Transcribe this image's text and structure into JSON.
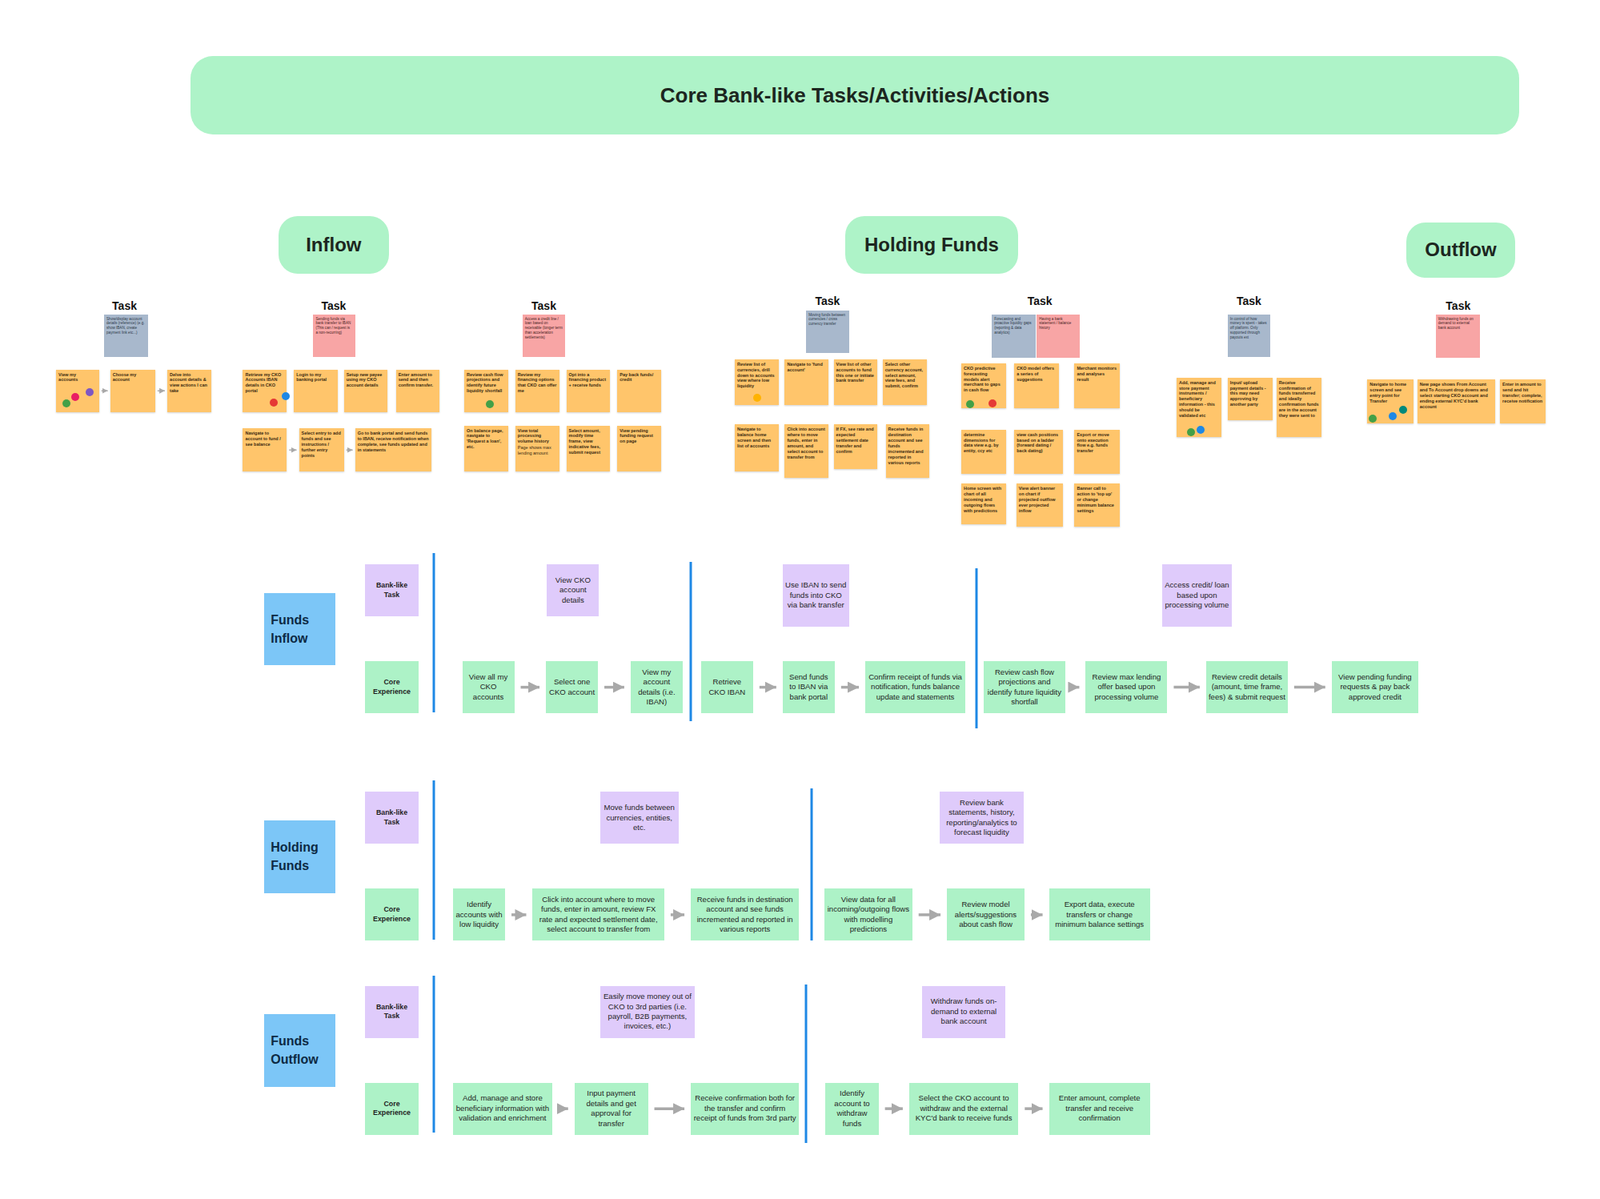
{
  "diagram": {
    "title": "Core Bank-like Tasks/Activities/Actions",
    "nodes": [
      {
        "text": [
          "Inflow"
        ]
      },
      {
        "text": [
          "Holding Funds"
        ]
      },
      {
        "text": [
          "Outflow"
        ]
      },
      {
        "text": [
          "Show/display account details (reference) (e.g. show IBAN, create payment link etc...)"
        ]
      },
      {
        "text": [
          "View my accounts"
        ]
      },
      {
        "text": [
          "Choose my account"
        ]
      },
      {
        "text": [
          "Delve into account details & view actions I can take"
        ]
      },
      {
        "text": [
          "Sending funds via bank transfer to IBAN (This can / request is a non-recurring)"
        ]
      },
      {
        "text": [
          "Retrieve my CKO Accounts IBAN details in CKO portal"
        ]
      },
      {
        "text": [
          "Login to my banking portal"
        ]
      },
      {
        "text": [
          "Setup new payee using my CKO account details"
        ]
      },
      {
        "text": [
          "Enter amount to send and then confirm transfer."
        ]
      },
      {
        "text": [
          "Navigate to account to fund / see balance"
        ]
      },
      {
        "text": [
          "Select entry to add funds and see instructions / further entry points"
        ]
      },
      {
        "text": [
          "Go to bank portal and send funds to IBAN, receive notification when complete, see funds updated and in statements"
        ]
      },
      {
        "text": [
          "Access a credit line / loan based on receivable (longer term than acceleration settlements)"
        ]
      },
      {
        "text": [
          "Review cash flow projections and identify future liquidity shortfall"
        ]
      },
      {
        "text": [
          "Review my financing options that CKO can offer me"
        ]
      },
      {
        "text": [
          "Opt into a financing product + receive funds"
        ]
      },
      {
        "text": [
          "Pay back funds/ credit"
        ]
      },
      {
        "text": [
          "On balance page, navigate to 'Request a loan', etc."
        ]
      },
      {
        "text": [
          "View total processing volume history",
          "Page shows max lending amount"
        ]
      },
      {
        "text": [
          "Select amount, modify time frame, view indicative fees, submit request"
        ]
      },
      {
        "text": [
          "View pending funding request on page"
        ]
      },
      {
        "text": [
          "Moving funds between currencies / cross currency transfer"
        ]
      },
      {
        "text": [
          "Review list of currencies, drill down to accounts view where low liquidity"
        ]
      },
      {
        "text": [
          "Navigate to 'fund account'"
        ]
      },
      {
        "text": [
          "View list of other accounts to fund this one or initiate bank transfer"
        ]
      },
      {
        "text": [
          "Select other currency account, select amount, view fees, and submit, confirm"
        ]
      },
      {
        "text": [
          "Navigate to balance home screen and then list of accounts"
        ]
      },
      {
        "text": [
          "Click into account where to move funds, enter in amount, and select account to transfer from"
        ]
      },
      {
        "text": [
          "If FX, see rate and expected settlement date transfer and confirm"
        ]
      },
      {
        "text": [
          "Receive funds in destination account and see funds incremented and reported in various reports"
        ]
      },
      {
        "text": [
          "Forecasting and proactive liquidity gaps (reporting & data analytics)"
        ]
      },
      {
        "text": [
          "Having a bank statement / balance history"
        ]
      },
      {
        "text": [
          "CKO predictive forecasting models alert merchant to gaps in cash flow"
        ]
      },
      {
        "text": [
          "CKO model offers a series of suggestions"
        ]
      },
      {
        "text": [
          "Merchant monitors and analyses result"
        ]
      },
      {
        "text": [
          "determine dimensions for data view e.g. by entity, ccy etc"
        ]
      },
      {
        "text": [
          "view cash positions based on a ladder (forward dating / back dating)"
        ]
      },
      {
        "text": [
          "Export or move onto execution flow e.g. funds transfer"
        ]
      },
      {
        "text": [
          "Home screen with chart of all incoming and outgoing flows with predictions"
        ]
      },
      {
        "text": [
          "View alert banner on chart if projected outflow ever projected inflow"
        ]
      },
      {
        "text": [
          "Banner call to action to 'top up' or change minimum balance settings"
        ]
      },
      {
        "text": [
          "In control of how money is spent - takes off platform. Only supported through payouts ext"
        ]
      },
      {
        "text": [
          "Add, manage and store payment instruments / beneficiary information - this should be validated etc"
        ]
      },
      {
        "text": [
          "Input/ upload payment details - this may need approving by another party"
        ]
      },
      {
        "text": [
          "Receive confirmation of funds transferred and ideally confirmation funds are in the account they were sent to"
        ]
      },
      {
        "text": [
          "Withdrawing funds on demand to external bank account"
        ]
      },
      {
        "text": [
          "Navigate to home screen and see entry point for Transfer"
        ]
      },
      {
        "text": [
          "New page shows From Account and To Account drop downs and select starting CKO account and ending external KYC'd bank account"
        ]
      },
      {
        "text": [
          "Enter in amount to send and hit transfer; complete, receive notification"
        ]
      },
      {
        "text": [
          "Funds Inflow"
        ]
      },
      {
        "text": [
          "Bank-like Task"
        ]
      },
      {
        "text": [
          "Core Experience"
        ]
      },
      {
        "text": [
          "View CKO account details"
        ]
      },
      {
        "text": [
          "Use IBAN to send funds into CKO via bank transfer"
        ]
      },
      {
        "text": [
          "Access credit/ loan based upon processing volume"
        ]
      },
      {
        "text": [
          "View all my CKO accounts"
        ]
      },
      {
        "text": [
          "Select one CKO account"
        ]
      },
      {
        "text": [
          "View my account details (i.e. IBAN)"
        ]
      },
      {
        "text": [
          "Retrieve CKO IBAN"
        ]
      },
      {
        "text": [
          "Send funds to IBAN via bank portal"
        ]
      },
      {
        "text": [
          "Confirm receipt of funds via notification, funds balance update and statements"
        ]
      },
      {
        "text": [
          "Review cash flow projections and identify future liquidity shortfall"
        ]
      },
      {
        "text": [
          "Review max lending offer based upon processing volume"
        ]
      },
      {
        "text": [
          "Review credit details (amount, time frame, fees) & submit request"
        ]
      },
      {
        "text": [
          "View pending funding requests & pay back approved credit"
        ]
      },
      {
        "text": [
          "Holding Funds"
        ]
      },
      {
        "text": [
          "Bank-like Task"
        ]
      },
      {
        "text": [
          "Core Experience"
        ]
      },
      {
        "text": [
          "Move funds between currencies, entities, etc."
        ]
      },
      {
        "text": [
          "Review bank statements, history, reporting/analytics to forecast liquidity"
        ]
      },
      {
        "text": [
          "Identify accounts with low liquidity"
        ]
      },
      {
        "text": [
          "Click into account where to move funds, enter in amount, review FX rate and expected settlement date, select account to transfer from"
        ]
      },
      {
        "text": [
          "Receive funds in destination account and see funds incremented and reported in various reports"
        ]
      },
      {
        "text": [
          "View data for all incoming/outgoing flows with modelling predictions"
        ]
      },
      {
        "text": [
          "Review model alerts/suggestions about cash flow"
        ]
      },
      {
        "text": [
          "Export data, execute transfers or change minimum balance settings"
        ]
      },
      {
        "text": [
          "Funds Outflow"
        ]
      },
      {
        "text": [
          "Bank-like Task"
        ]
      },
      {
        "text": [
          "Core Experience"
        ]
      },
      {
        "text": [
          "Easily move money out of CKO to 3rd parties (i.e. payroll, B2B payments, invoices, etc.)"
        ]
      },
      {
        "text": [
          "Withdraw funds on-demand to external bank account"
        ]
      },
      {
        "text": [
          "Add, manage and store beneficiary information with validation and enrichment"
        ]
      },
      {
        "text": [
          "Input payment details and get approval for transfer"
        ]
      },
      {
        "text": [
          "Receive confirmation both for the transfer and confirm receipt of funds from 3rd party"
        ]
      },
      {
        "text": [
          "Identify account to withdraw funds"
        ]
      },
      {
        "text": [
          "Select the CKO account to withdraw and the external KYC'd bank to receive funds"
        ]
      },
      {
        "text": [
          "Enter amount, complete transfer and receive confirmation"
        ]
      }
    ],
    "edges": [
      {
        "from": 4,
        "to": 5,
        "arrow": "to"
      },
      {
        "from": 5,
        "to": 6,
        "arrow": "to"
      },
      {
        "from": 12,
        "to": 13,
        "arrow": "to"
      },
      {
        "from": 13,
        "to": 14,
        "arrow": "to"
      },
      {
        "from": 58,
        "to": 59,
        "arrow": "to"
      },
      {
        "from": 59,
        "to": 60,
        "arrow": "to"
      },
      {
        "from": 61,
        "to": 62,
        "arrow": "to"
      },
      {
        "from": 62,
        "to": 63,
        "arrow": "to"
      },
      {
        "from": 64,
        "to": 65,
        "arrow": "to"
      },
      {
        "from": 65,
        "to": 66,
        "arrow": "to"
      },
      {
        "from": 66,
        "to": 67,
        "arrow": "to"
      },
      {
        "from": 73,
        "to": 74,
        "arrow": "to"
      },
      {
        "from": 74,
        "to": 75,
        "arrow": "to"
      },
      {
        "from": 76,
        "to": 77,
        "arrow": "to"
      },
      {
        "from": 77,
        "to": 78,
        "arrow": "to"
      },
      {
        "from": 84,
        "to": 85,
        "arrow": "to"
      },
      {
        "from": 85,
        "to": 86,
        "arrow": "to"
      },
      {
        "from": 87,
        "to": 88,
        "arrow": "to"
      },
      {
        "from": 88,
        "to": 89,
        "arrow": "to"
      }
    ],
    "labels": [
      "Task",
      "Task",
      "Task",
      "Task",
      "Task",
      "Task",
      "Task"
    ]
  }
}
